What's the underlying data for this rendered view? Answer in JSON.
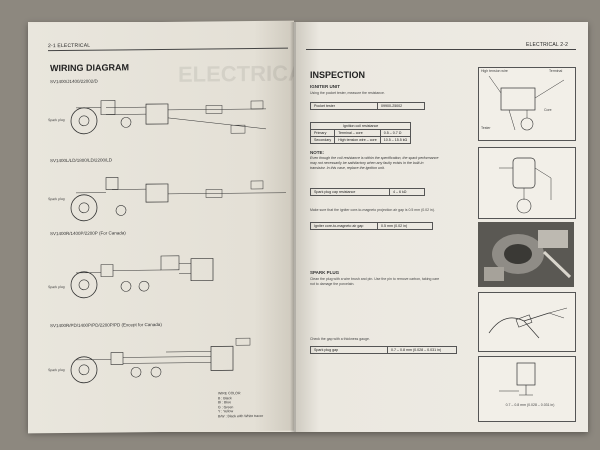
{
  "left_page": {
    "header": "2-1 ELECTRICAL",
    "title": "WIRING DIAGRAM",
    "diagrams": [
      {
        "caption": "SV1400/J1400/22002/D",
        "label_left": "Spark plug"
      },
      {
        "caption": "SV1400L/LD/1800/LD/2200/LD",
        "label_left": "Spark plug"
      },
      {
        "caption": "SV1400R/1400P/2200P (For Canada)",
        "label_left": "Spark plug"
      },
      {
        "caption": "SV1400R/PD/1400P/PD/2200P/PD (Except for Canada)",
        "label_left": "Spark plug"
      }
    ],
    "legend_title": "WIRE COLOR",
    "legend": [
      "B : Black",
      "Bl : Blue",
      "G : Green",
      "Y : Yellow",
      "B/W : Black with White tracer"
    ]
  },
  "right_page": {
    "header": "ELECTRICAL 2-2",
    "title": "INSPECTION",
    "igniter": {
      "heading": "IGNITER UNIT",
      "intro": "Using the pocket tester, measure the resistance.",
      "tester_label": "Pocket tester",
      "tester_value": "09900-25002",
      "table_title": "Ignition coil resistance",
      "rows": [
        {
          "name": "Primary",
          "desc": "Terminal – core",
          "value": "0.5 – 0.7 Ω"
        },
        {
          "name": "Secondary",
          "desc": "High tension wire – core",
          "value": "10.5 – 15.5 kΩ"
        }
      ],
      "note_title": "NOTE:",
      "note": "Even though the coil resistance is within the specification, the spark performance may not necessarily be satisfactory when any faulty exists in the built-in transistor. In this case, replace the ignition unit.",
      "cap_label": "Spark plug cap resistance",
      "cap_value": "4 – 6 kΩ"
    },
    "air_gap": {
      "text": "Make sure that the igniter core-to-magneto projection air gap is 0.5 mm (0.02 in).",
      "label": "Igniter core-to-magneto air gap",
      "value": "0.5 mm (0.02 in)"
    },
    "spark_plug": {
      "heading": "SPARK PLUG",
      "text": "Clean the plug with a wire brush and pin. Use the pin to remove carbon, taking care not to damage the porcelain.",
      "gap_text": "Check the gap with a thickness gauge.",
      "gap_label": "Spark plug gap",
      "gap_value": "0.7 – 0.8 mm (0.028 – 0.031 in)",
      "fig_value": "0.7 – 0.8 mm (0.028 – 0.031 in)"
    },
    "figure_labels": {
      "high_tension": "High tension wire",
      "terminal": "Terminal",
      "tester": "Tester",
      "core": "Core"
    }
  }
}
